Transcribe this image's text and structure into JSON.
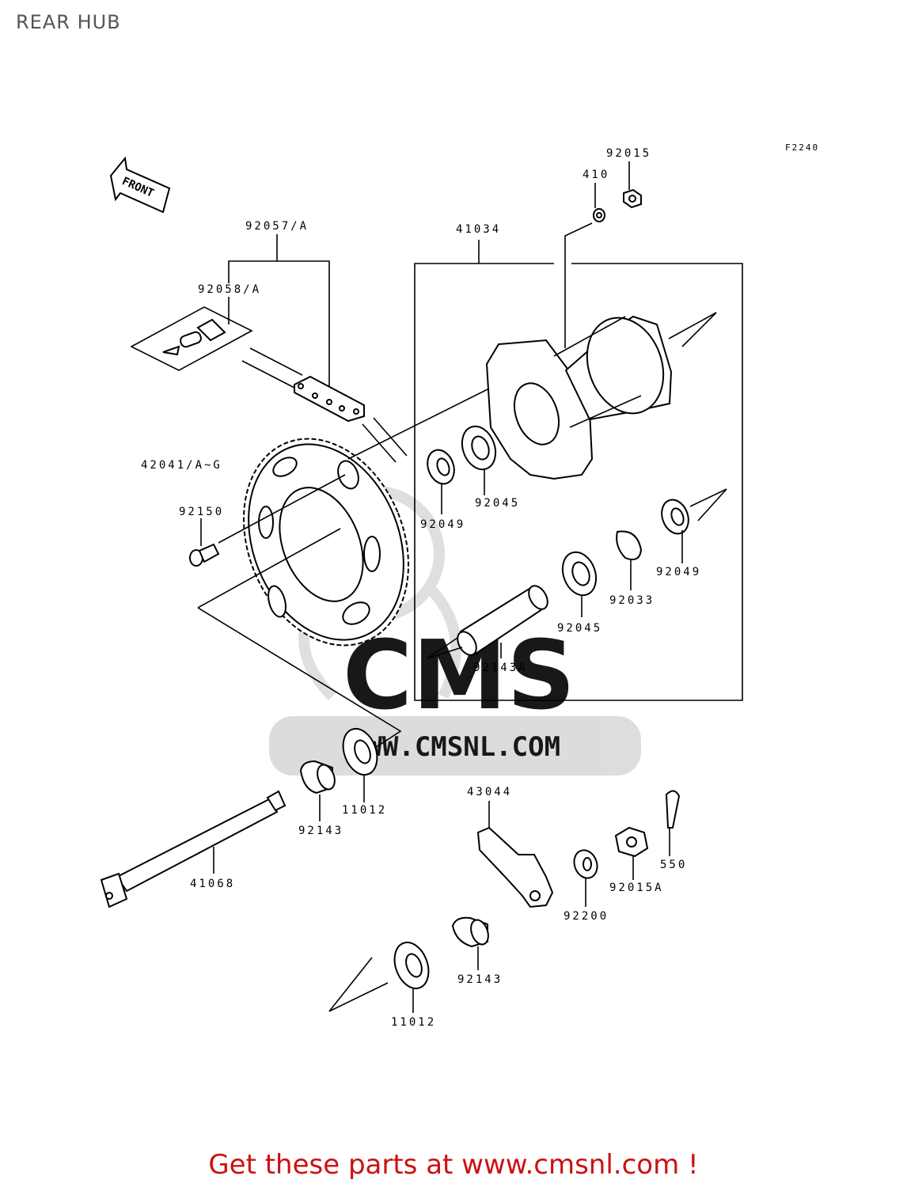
{
  "title": "REAR HUB",
  "figure_code": "F2240",
  "front_arrow_label": "FRONT",
  "watermark": {
    "logo_text": "CMS",
    "url": "WWW.CMSNL.COM",
    "color": "#d9d9d9"
  },
  "footer_cta": "Get these parts at www.cmsnl.com !",
  "colors": {
    "cta": "#cc1111",
    "line": "#000000"
  },
  "part_labels": {
    "p92015": "92015",
    "p410": "410",
    "p41034": "41034",
    "p92057": "92057/A",
    "p92058": "92058/A",
    "p42041": "42041/A~G",
    "p92150": "92150",
    "p92049a": "92049",
    "p92045a": "92045",
    "p92049b": "92049",
    "p92033": "92033",
    "p92045b": "92045",
    "p92143a": "92143A",
    "p11012a": "11012",
    "p92143b": "92143",
    "p41068": "41068",
    "p43044": "43044",
    "p550": "550",
    "p92015a": "92015A",
    "p92200": "92200",
    "p92143c": "92143",
    "p11012b": "11012"
  }
}
